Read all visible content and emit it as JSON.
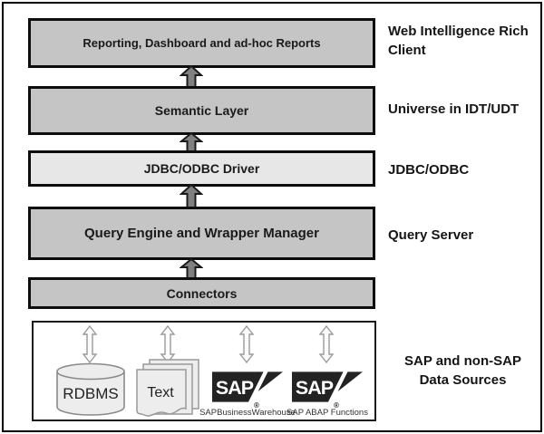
{
  "layers": [
    {
      "box_label": "Reporting, Dashboard and ad-hoc Reports",
      "side_label": "Web Intelligence Rich Client"
    },
    {
      "box_label": "Semantic Layer",
      "side_label": "Universe in IDT/UDT"
    },
    {
      "box_label": "JDBC/ODBC Driver",
      "side_label": "JDBC/ODBC"
    },
    {
      "box_label": "Query Engine and Wrapper Manager",
      "side_label": "Query Server"
    },
    {
      "box_label": "Connectors",
      "side_label": ""
    }
  ],
  "data_sources": {
    "side_label_line1": "SAP and non-SAP",
    "side_label_line2": "Data Sources",
    "items": [
      {
        "label": "RDBMS",
        "icon": "database-cylinder-icon"
      },
      {
        "label": "Text",
        "icon": "document-stack-icon"
      },
      {
        "label": "SAPBusinessWarehouse",
        "icon": "sap-logo-icon",
        "logo_text": "SAP",
        "registered": "®"
      },
      {
        "label": "SAP ABAP Functions",
        "icon": "sap-logo-icon",
        "logo_text": "SAP",
        "registered": "®"
      }
    ]
  },
  "colors": {
    "box_fill": "#c5c5c5",
    "box_fill_light": "#e7e7e7",
    "box_border": "#0d0d0d",
    "arrow_fill": "#808080",
    "arrow_stroke": "#1a1a1a",
    "outline_arrow_fill": "#fbfbfb",
    "outline_arrow_stroke": "#9a9a9a",
    "icon_fill": "#ededed",
    "icon_stroke": "#8a8a8a",
    "sap_logo_fill": "#232323"
  }
}
